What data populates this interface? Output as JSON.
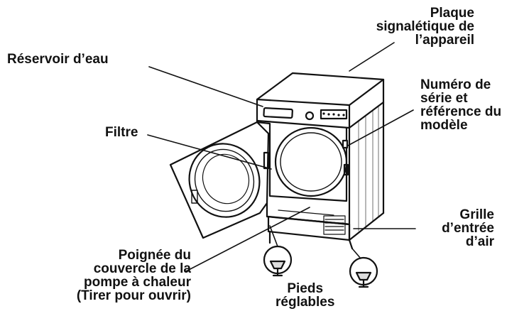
{
  "labels": {
    "plaque": [
      "Plaque",
      "signalétique de",
      "l’appareil"
    ],
    "reservoir": [
      "Réservoir d’eau"
    ],
    "numero": [
      "Numéro de",
      "série et",
      "référence du",
      "modèle"
    ],
    "filtre": [
      "Filtre"
    ],
    "grille": [
      "Grille",
      "d’entrée",
      "d’air"
    ],
    "poignee": [
      "Poignée du",
      "couvercle de la",
      "pompe à chaleur",
      "(Tirer pour ouvrir)"
    ],
    "pieds": [
      "Pieds",
      "réglables"
    ]
  },
  "colors": {
    "ink": "#111111",
    "background": "#ffffff"
  }
}
